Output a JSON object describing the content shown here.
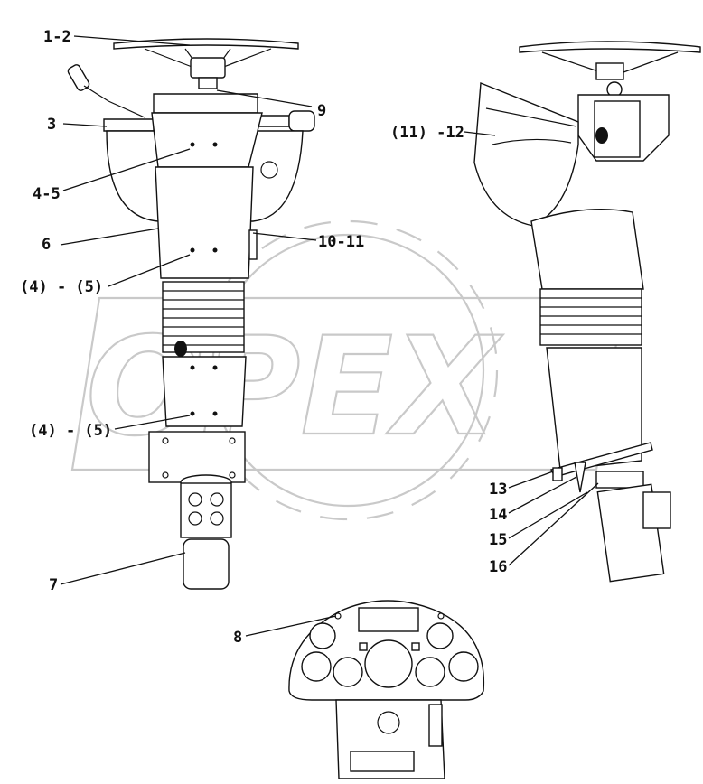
{
  "watermark": {
    "text": "OPEX"
  },
  "callouts": {
    "c1_2": "1-2",
    "c9": "9",
    "c3": "3",
    "c4_5": "4-5",
    "c6": "6",
    "c10_11": "10-11",
    "c4_5_paren_a": "(4) - (5)",
    "c4_5_paren_b": "(4) - (5)",
    "c7": "7",
    "c11_12": "(11) -12",
    "c13": "13",
    "c14": "14",
    "c15": "15",
    "c16": "16",
    "c8": "8"
  }
}
